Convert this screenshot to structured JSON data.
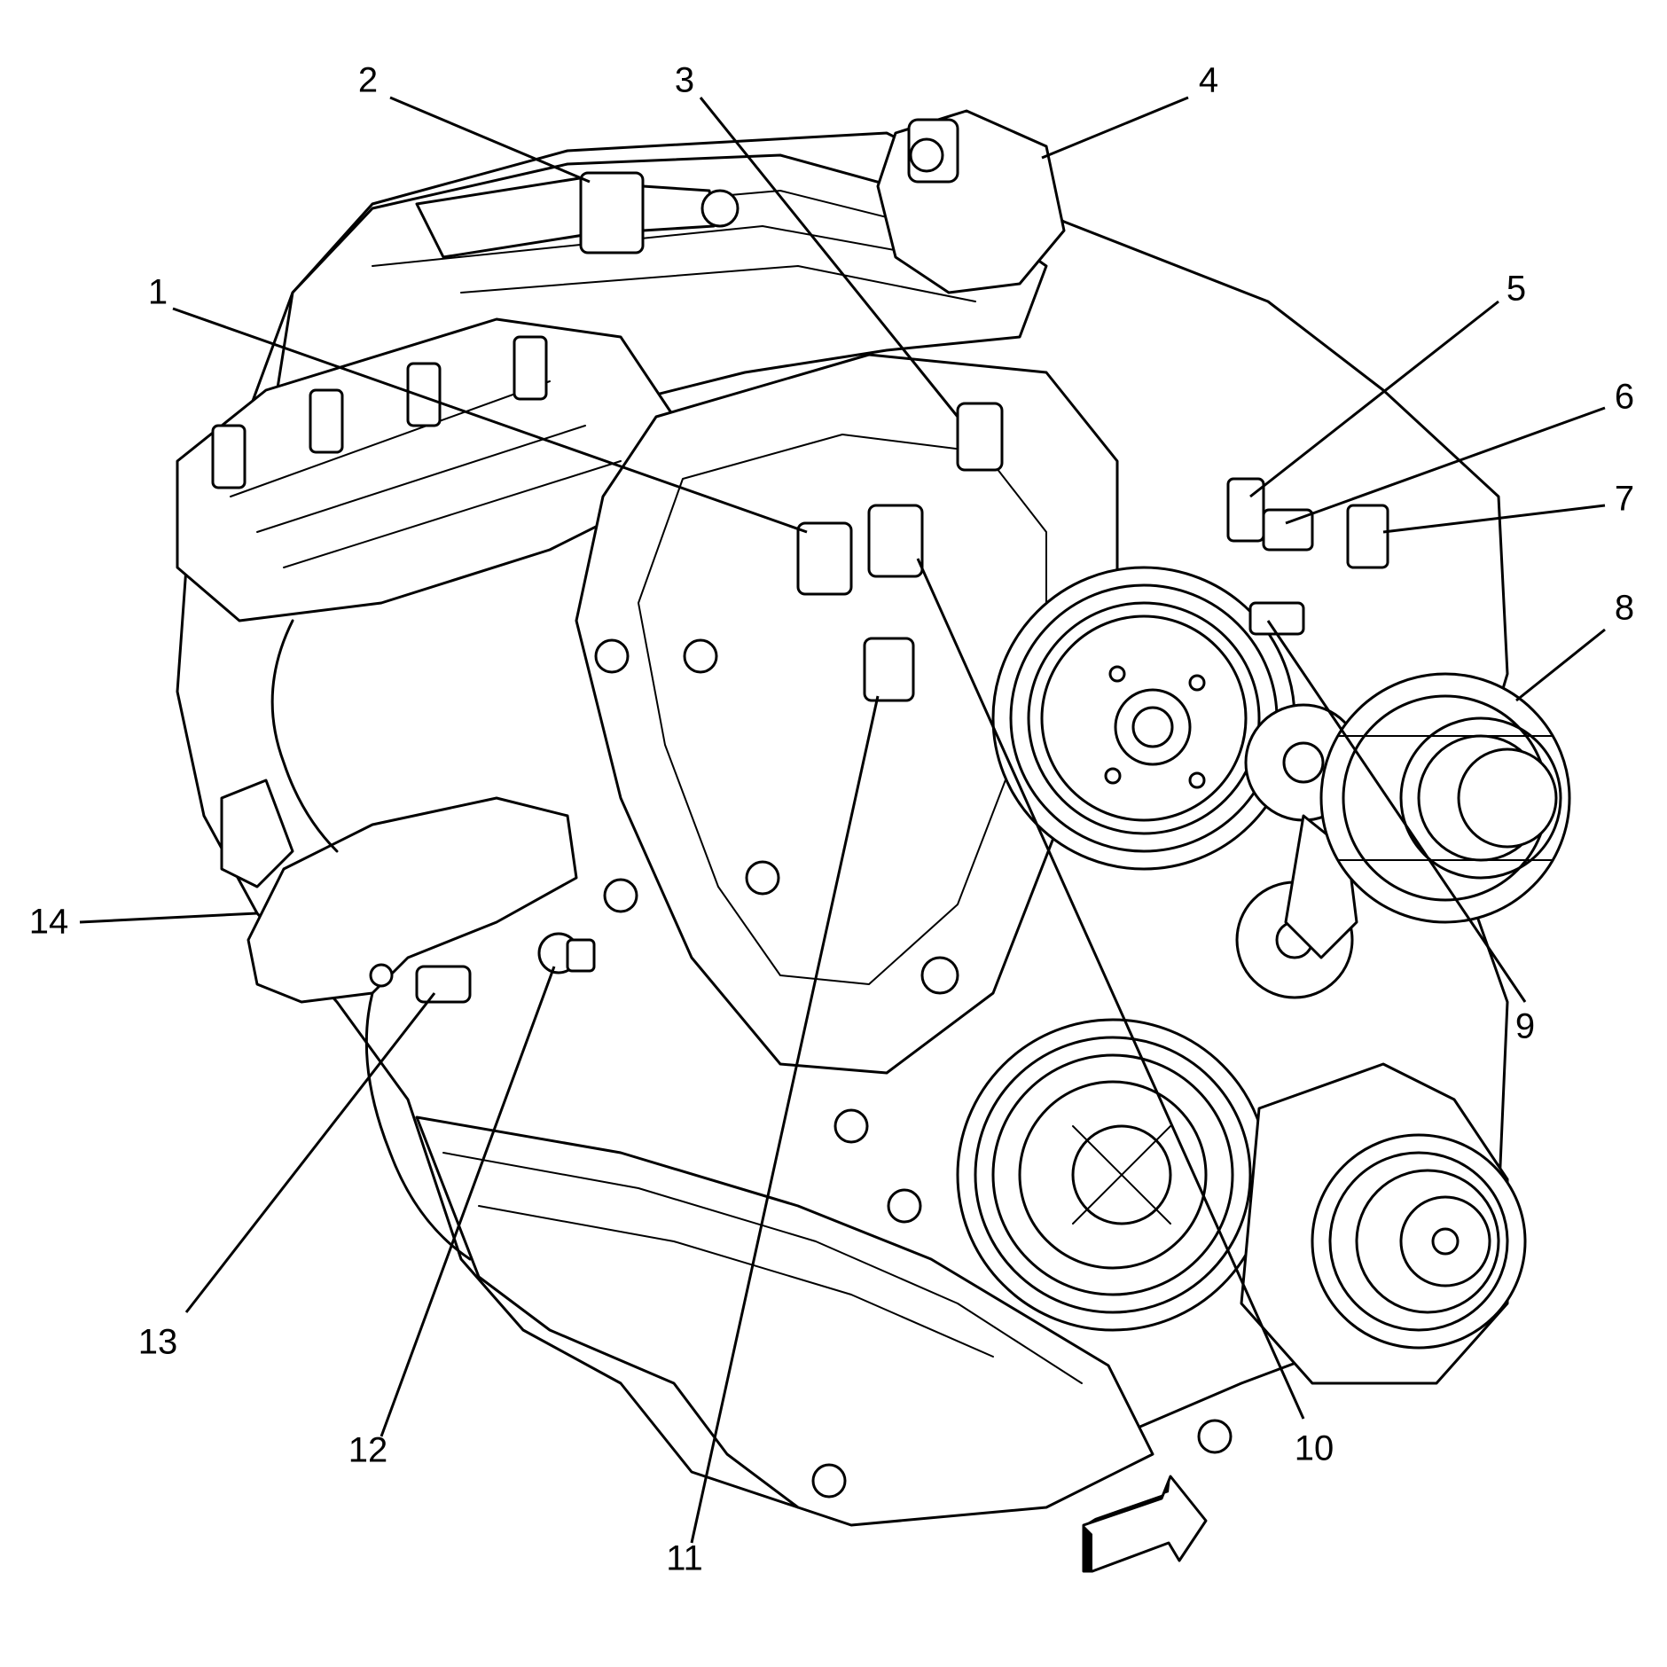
{
  "callouts": [
    {
      "label": "1"
    },
    {
      "label": "2"
    },
    {
      "label": "3"
    },
    {
      "label": "4"
    },
    {
      "label": "5"
    },
    {
      "label": "6"
    },
    {
      "label": "7"
    },
    {
      "label": "8"
    },
    {
      "label": "9"
    },
    {
      "label": "10"
    },
    {
      "label": "11"
    },
    {
      "label": "12"
    },
    {
      "label": "13"
    },
    {
      "label": "14"
    }
  ],
  "direction_arrow_icon": "arrow-right-up-icon",
  "colors": {
    "line": "#000000",
    "background": "#ffffff"
  }
}
